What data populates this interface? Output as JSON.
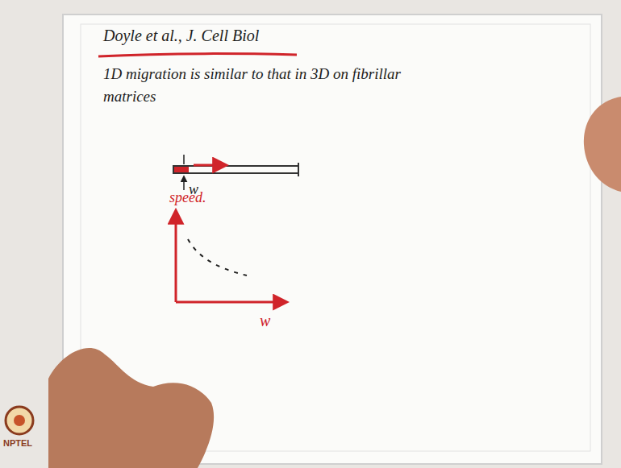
{
  "diagram": {
    "title": "Doyle et al., J. Cell Biol",
    "labels": [
      "1D migration is similar to that in 3D on fibrillar matrices",
      "w",
      "speed.",
      "w",
      "NPTEL"
    ]
  }
}
